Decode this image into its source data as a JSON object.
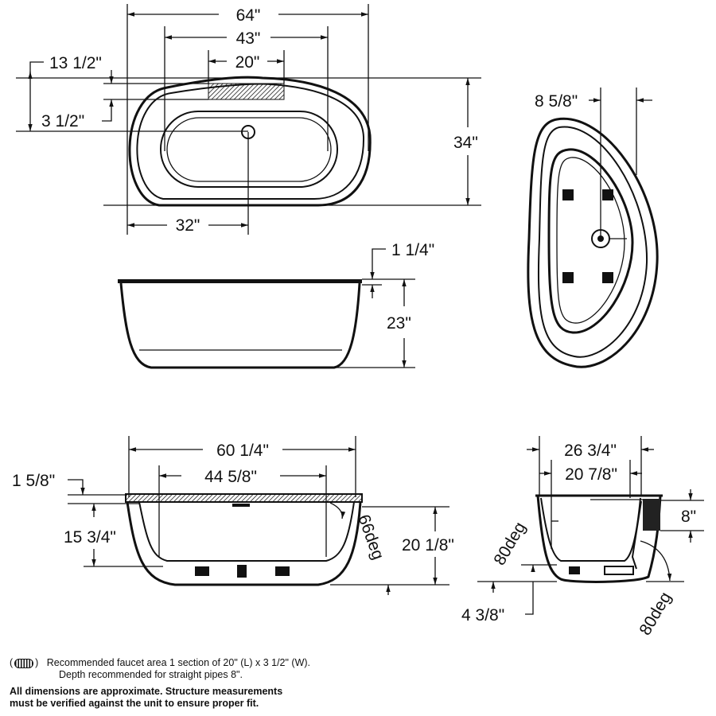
{
  "drawing": {
    "top_view": {
      "overall_length": "64\"",
      "inner_length": "43\"",
      "faucet_length": "20\"",
      "drain_offset": "32\"",
      "width": "34\"",
      "faucet_offset": "13 1/2\"",
      "faucet_width": "3 1/2\""
    },
    "end_top_view": {
      "drain_offset": "8 5/8\""
    },
    "side_view": {
      "rim": "1 1/4\"",
      "height": "23\""
    },
    "front_view": {
      "top_length": "60 1/4\"",
      "bottom_length": "44 5/8\"",
      "rim": "1 5/8\"",
      "depth": "15 3/4\"",
      "height": "20 1/8\"",
      "angle": "66deg"
    },
    "end_view": {
      "top_width": "26 3/4\"",
      "bottom_width": "20 7/8\"",
      "pipe_depth": "8\"",
      "angle_left": "80deg",
      "base_height": "4 3/8\"",
      "angle_right": "80deg"
    }
  },
  "notes": {
    "legend_open": "(",
    "legend_close": ")",
    "legend_line1": "Recommended faucet area 1 section of 20\" (L) x 3 1/2\" (W).",
    "legend_line2": "Depth recommended for straight pipes 8\".",
    "disclaimer_line1": "All dimensions are approximate. Structure measurements",
    "disclaimer_line2": "must be verified against the unit to ensure proper fit."
  },
  "icons": {
    "faucet_area_legend": "hatched-oval-icon"
  }
}
